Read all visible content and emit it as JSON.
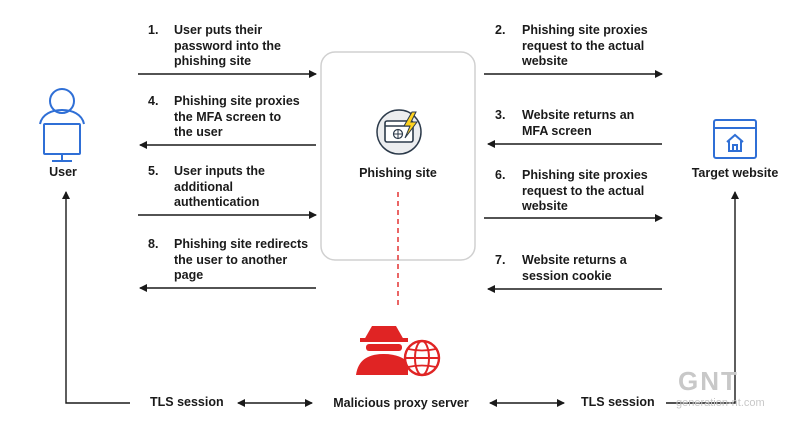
{
  "labels": {
    "user": "User",
    "phishing_site": "Phishing site",
    "target_website": "Target website",
    "malicious_proxy": "Malicious proxy server",
    "tls_left": "TLS session",
    "tls_right": "TLS session"
  },
  "steps": [
    {
      "num": "1.",
      "text": "User puts their\npassword into the\nphishing site"
    },
    {
      "num": "2.",
      "text": "Phishing site proxies\nrequest to the actual\nwebsite"
    },
    {
      "num": "3.",
      "text": "Website returns an\nMFA screen"
    },
    {
      "num": "4.",
      "text": "Phishing site proxies\nthe MFA screen to\nthe user"
    },
    {
      "num": "5.",
      "text": "User inputs the\nadditional\nauthentication"
    },
    {
      "num": "6.",
      "text": "Phishing site proxies\nrequest to the actual\nwebsite"
    },
    {
      "num": "7.",
      "text": "Website returns a\nsession cookie"
    },
    {
      "num": "8.",
      "text": "Phishing site redirects\nthe user to another\npage"
    }
  ],
  "watermark": {
    "logo": "GNT",
    "site": "generation-nt.com"
  },
  "colors": {
    "user_icon": "#2f6fd6",
    "target_icon": "#2f6fd6",
    "threat": "#e02424",
    "arrow": "#1a1a1a",
    "box_border": "#d0d0d0"
  },
  "icons": {
    "user": "user-at-monitor-icon",
    "phishing": "browser-lightning-icon",
    "target": "browser-home-icon",
    "proxy": "hacker-globe-icon"
  }
}
